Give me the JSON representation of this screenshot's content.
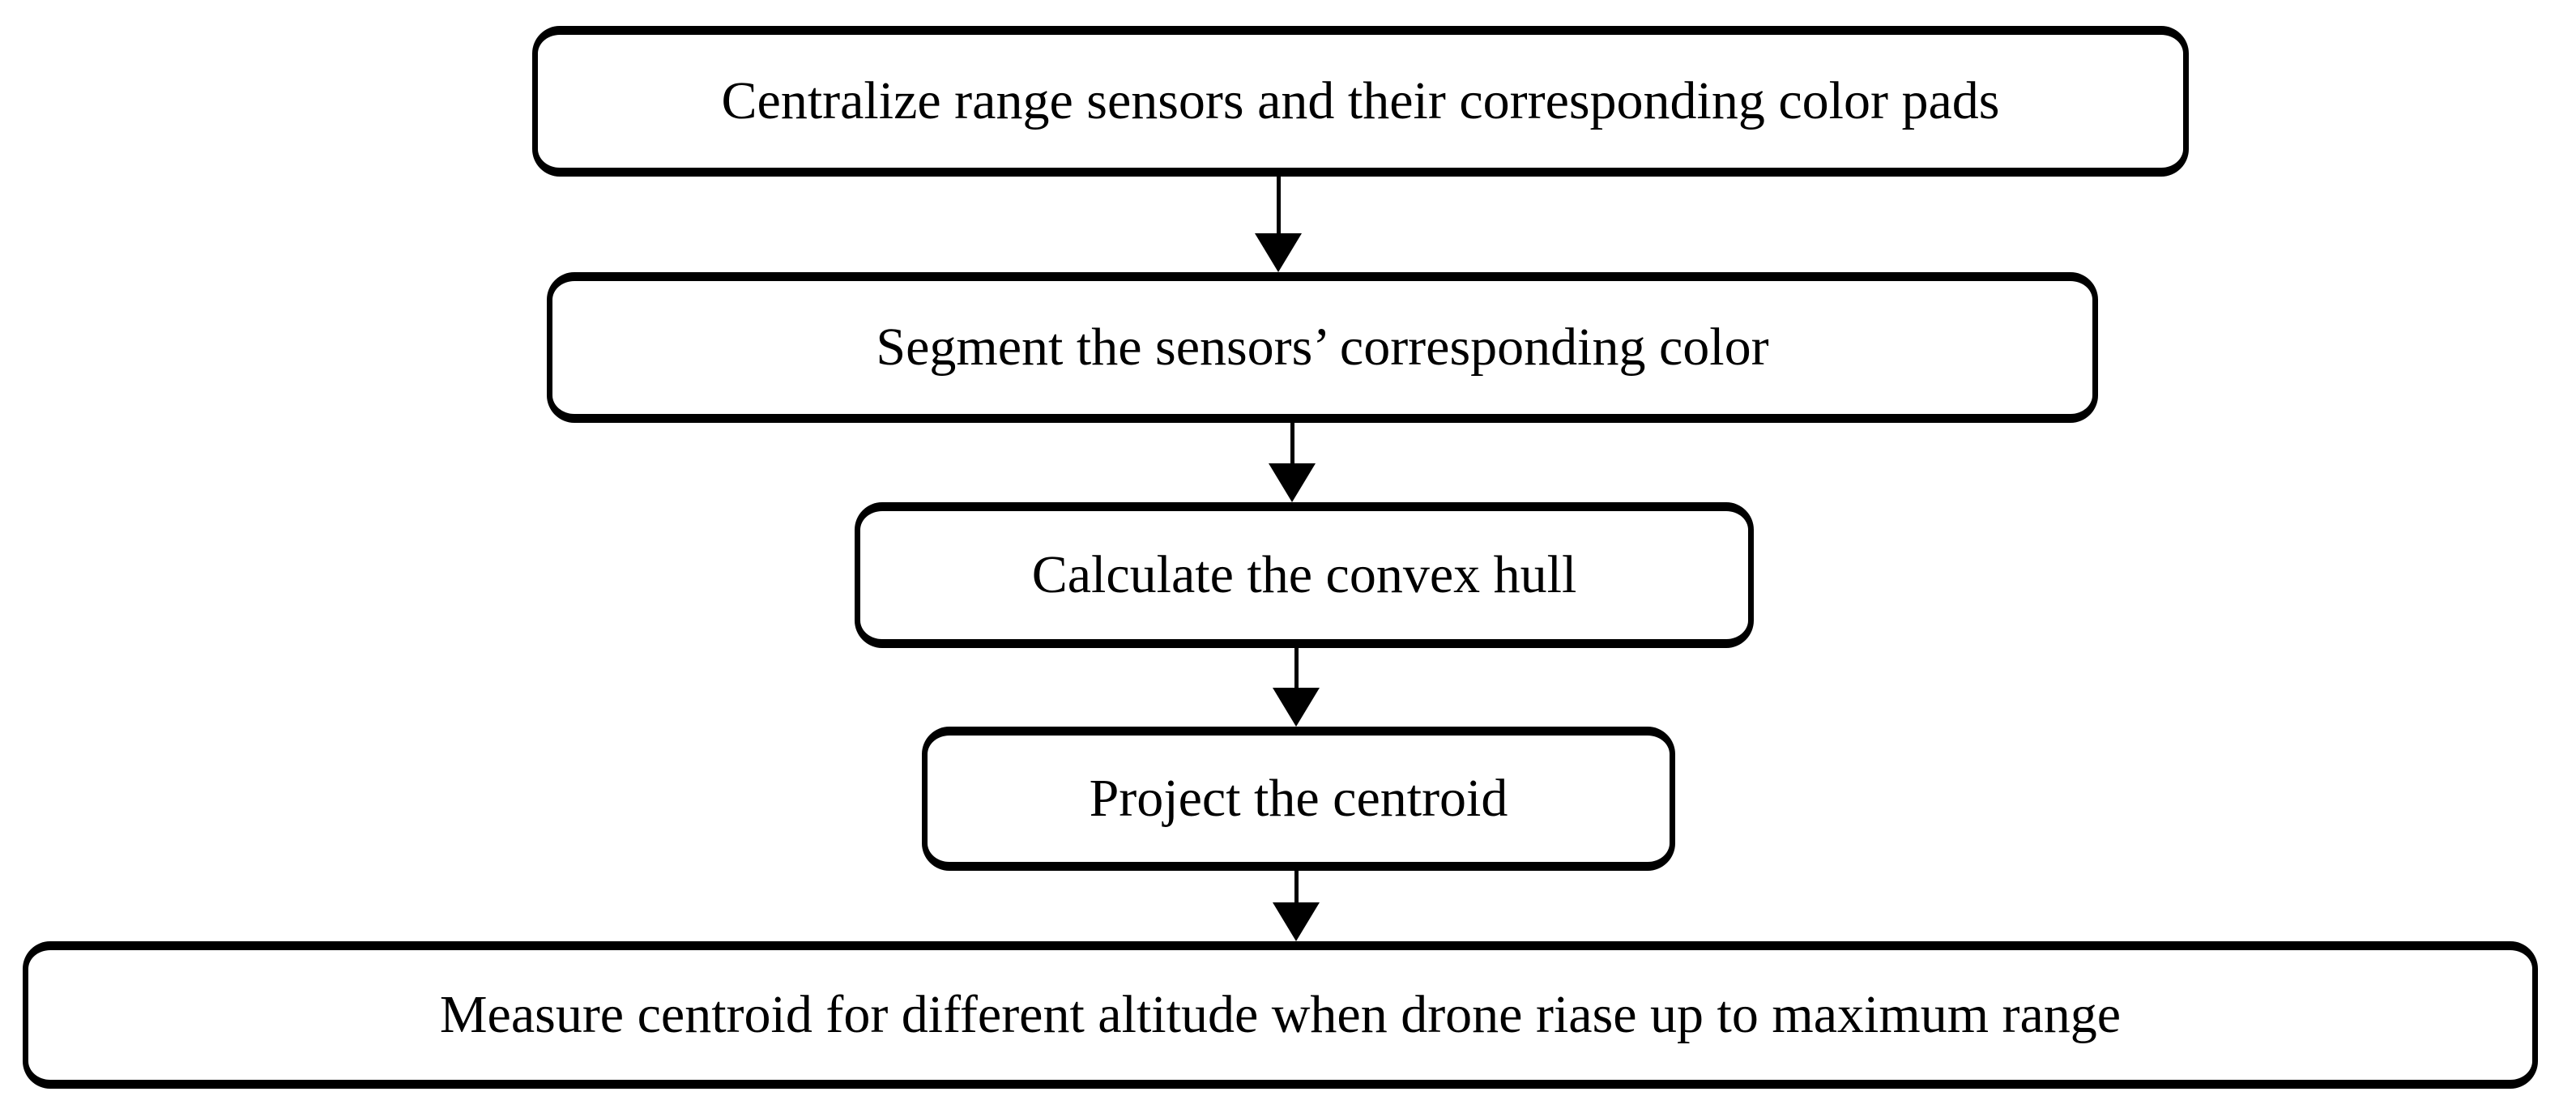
{
  "diagram": {
    "type": "flowchart",
    "flow_direction": "top-to-bottom",
    "colors": {
      "background": "#ffffff",
      "box_fill": "#ffffff",
      "box_border": "#000000",
      "text": "#000000",
      "arrow": "#000000"
    },
    "steps": [
      {
        "index": 1,
        "label": "Centralize range sensors and their corresponding color pads"
      },
      {
        "index": 2,
        "label": "Segment the sensors’ corresponding color"
      },
      {
        "index": 3,
        "label": "Calculate the convex hull"
      },
      {
        "index": 4,
        "label": "Project the centroid"
      },
      {
        "index": 5,
        "label": "Measure centroid for different altitude when drone riase up to maximum range"
      }
    ],
    "connectors": [
      {
        "from": 1,
        "to": 2,
        "style": "solid-line-filled-arrowhead-down"
      },
      {
        "from": 2,
        "to": 3,
        "style": "solid-line-filled-arrowhead-down"
      },
      {
        "from": 3,
        "to": 4,
        "style": "solid-line-filled-arrowhead-down"
      },
      {
        "from": 4,
        "to": 5,
        "style": "solid-line-filled-arrowhead-down"
      }
    ]
  }
}
